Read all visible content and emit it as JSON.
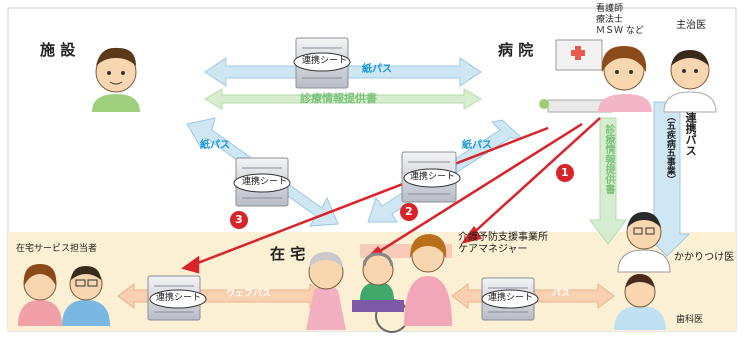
{
  "labels": {
    "facility": "施 設",
    "hospital": "病 院",
    "home": "在 宅",
    "nurse_roles": [
      "看護師",
      "療法士",
      "ＭＳＷ など"
    ],
    "attending_doctor": "主治医",
    "home_service_manager": "在宅サービス担当者",
    "care_office_line1": "介護予防支援事業所",
    "care_office_line2": "ケアマネジャー",
    "family_doctor": "かかりつけ医",
    "dentist": "歯科医"
  },
  "sheets": {
    "top": "連携シート",
    "left_mid": "連携シート",
    "center_mid": "連携シート",
    "bottom_left": "連携シート",
    "bottom_right": "連携シート"
  },
  "arrows": {
    "top_pass": "紙パス",
    "info_provision": "診療情報提供書",
    "left_pass": "紙パス",
    "center_pass": "紙パス",
    "vertical_info": "診療情報提供書",
    "renkei_pass": "連携パス",
    "five_diseases": "（五疾病五事業）",
    "bottom_left_web": "ウェブパス",
    "bottom_right_pass": "パス"
  },
  "badges": [
    "1",
    "2",
    "3"
  ],
  "colors": {
    "blue_arrow": "#cfe6f3",
    "green_arrow": "#d6eecf",
    "orange_arrow": "#f7d1b0",
    "red_line": "#d8232a",
    "home_band": "#fbf0d4"
  }
}
